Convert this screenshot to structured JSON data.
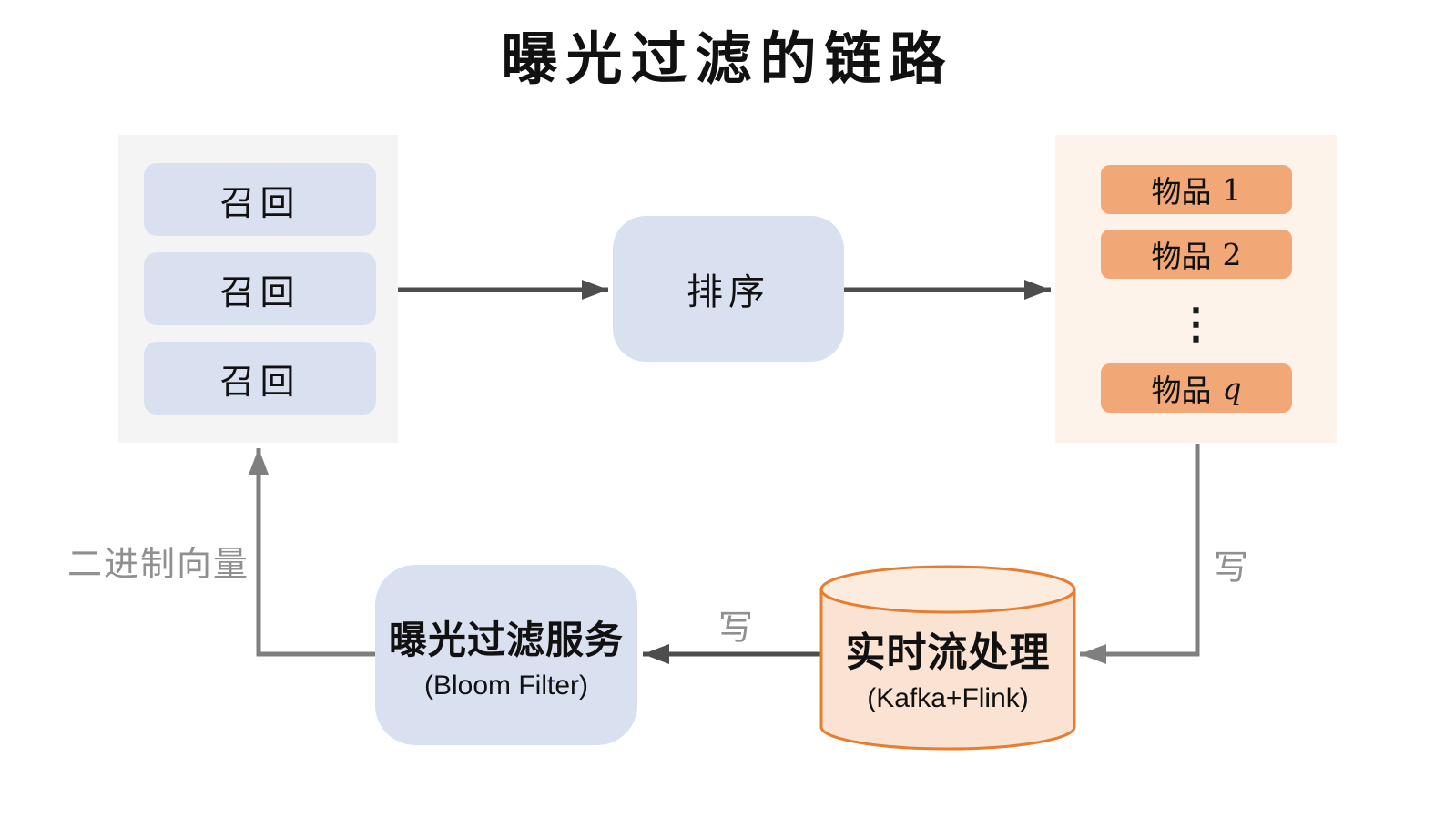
{
  "title": "曝光过滤的链路",
  "colors": {
    "group-gray-bg": "#f4f4f4",
    "blue-box-bg": "#d9e1f1",
    "orange-group-bg": "#fdf3eb",
    "orange-box-bg": "#f1a876",
    "cylinder-fill": "#fae3d2",
    "cylinder-top-fill": "#fcecdf",
    "cylinder-stroke": "#e87c2f",
    "arrow-dark": "#4d4d4d",
    "arrow-gray": "#7f7f7f",
    "label-gray": "#909090",
    "text-black": "#111111"
  },
  "recall_group": {
    "items": [
      "召回",
      "召回",
      "召回"
    ]
  },
  "ranking": {
    "label": "排序"
  },
  "items_group": {
    "items": [
      {
        "name": "物品",
        "index": "1"
      },
      {
        "name": "物品",
        "index": "2"
      },
      {
        "name": "物品",
        "index": "q"
      }
    ],
    "ellipsis": "⋮"
  },
  "exposure_service": {
    "title": "曝光过滤服务",
    "subtitle": "(Bloom Filter)"
  },
  "stream_processor": {
    "title": "实时流处理",
    "subtitle": "(Kafka+Flink)"
  },
  "edge_labels": {
    "binary_vector": "二进制向量",
    "write_to_service": "写",
    "write_to_stream": "写"
  }
}
